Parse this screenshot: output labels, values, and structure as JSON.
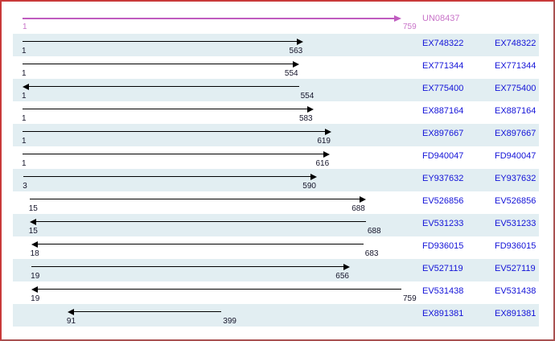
{
  "window": {
    "border_color_light": "#c93a3a",
    "border_color_dark": "#a85151",
    "background": "#ffffff"
  },
  "colors": {
    "band": "#e2eef2",
    "link": "#1313d8",
    "coord": "#14142a",
    "magenta": "#c05cc0",
    "magenta_label": "#c873c8",
    "member_arrow": "#000000"
  },
  "reference": {
    "name": "UN08437",
    "start": 1,
    "end": 759,
    "strand": "forward"
  },
  "rows": [
    {
      "accession": "EX748322",
      "start": 1,
      "end": 563,
      "strand": "forward"
    },
    {
      "accession": "EX771344",
      "start": 1,
      "end": 554,
      "strand": "forward"
    },
    {
      "accession": "EX775400",
      "start": 1,
      "end": 554,
      "strand": "reverse"
    },
    {
      "accession": "EX887164",
      "start": 1,
      "end": 583,
      "strand": "forward"
    },
    {
      "accession": "EX897667",
      "start": 1,
      "end": 619,
      "strand": "forward"
    },
    {
      "accession": "FD940047",
      "start": 1,
      "end": 616,
      "strand": "forward"
    },
    {
      "accession": "EY937632",
      "start": 3,
      "end": 590,
      "strand": "forward"
    },
    {
      "accession": "EV526856",
      "start": 15,
      "end": 688,
      "strand": "forward"
    },
    {
      "accession": "EV531233",
      "start": 15,
      "end": 688,
      "strand": "reverse"
    },
    {
      "accession": "FD936015",
      "start": 18,
      "end": 683,
      "strand": "reverse"
    },
    {
      "accession": "EV527119",
      "start": 19,
      "end": 656,
      "strand": "forward"
    },
    {
      "accession": "EV531438",
      "start": 19,
      "end": 759,
      "strand": "reverse"
    },
    {
      "accession": "EX891381",
      "start": 91,
      "end": 399,
      "strand": "reverse"
    }
  ],
  "chart_data": {
    "type": "bar",
    "subtype": "horizontal-interval (sequence alignment ranges)",
    "title": "",
    "xlabel": "",
    "ylabel": "",
    "x_range": [
      1,
      759
    ],
    "grid": false,
    "legend_position": "none",
    "reference": {
      "label": "UN08437",
      "start": 1,
      "end": 759,
      "direction": "right",
      "color": "#c05cc0"
    },
    "series": [
      {
        "name": "EX748322",
        "start": 1,
        "end": 563,
        "direction": "right"
      },
      {
        "name": "EX771344",
        "start": 1,
        "end": 554,
        "direction": "right"
      },
      {
        "name": "EX775400",
        "start": 1,
        "end": 554,
        "direction": "left"
      },
      {
        "name": "EX887164",
        "start": 1,
        "end": 583,
        "direction": "right"
      },
      {
        "name": "EX897667",
        "start": 1,
        "end": 619,
        "direction": "right"
      },
      {
        "name": "FD940047",
        "start": 1,
        "end": 616,
        "direction": "right"
      },
      {
        "name": "EY937632",
        "start": 3,
        "end": 590,
        "direction": "right"
      },
      {
        "name": "EV526856",
        "start": 15,
        "end": 688,
        "direction": "right"
      },
      {
        "name": "EV531233",
        "start": 15,
        "end": 688,
        "direction": "left"
      },
      {
        "name": "FD936015",
        "start": 18,
        "end": 683,
        "direction": "left"
      },
      {
        "name": "EV527119",
        "start": 19,
        "end": 656,
        "direction": "right"
      },
      {
        "name": "EV531438",
        "start": 19,
        "end": 759,
        "direction": "left"
      },
      {
        "name": "EX891381",
        "start": 91,
        "end": 399,
        "direction": "left"
      }
    ]
  }
}
